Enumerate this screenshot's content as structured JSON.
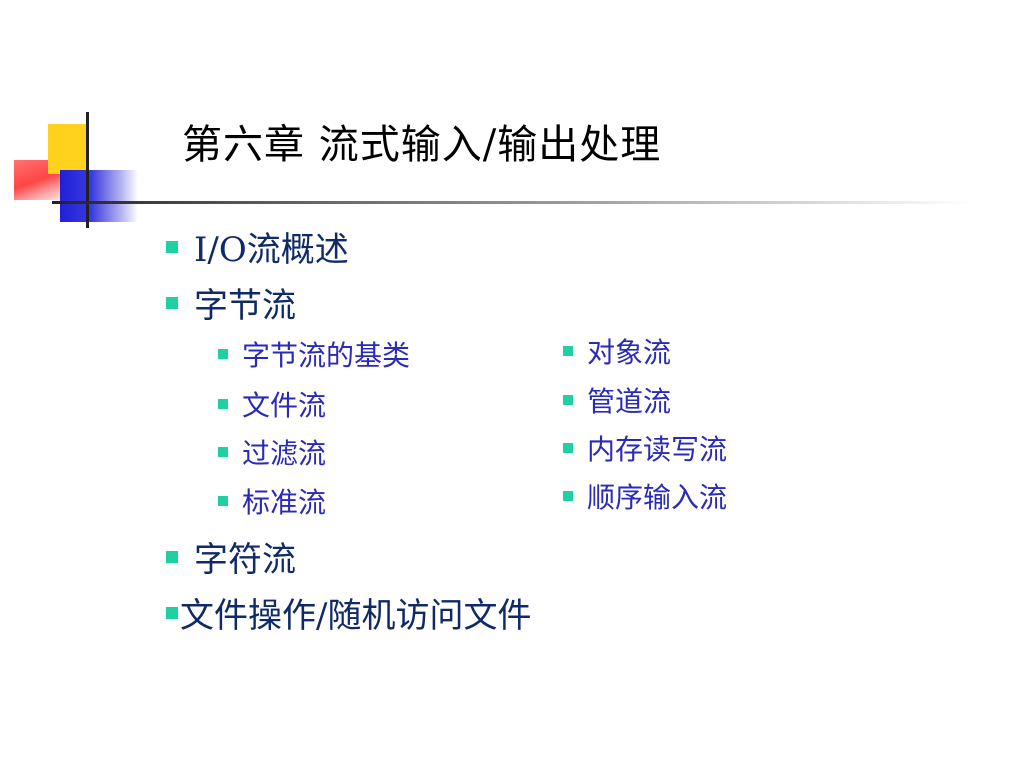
{
  "slide": {
    "title": "第六章  流式输入/输出处理",
    "bullets": [
      {
        "label": "I/O流概述"
      },
      {
        "label": "字节流"
      },
      {
        "label": "字符流"
      },
      {
        "label": "文件操作/随机访问文件"
      }
    ],
    "byte_stream_sub_left": [
      {
        "label": "字节流的基类"
      },
      {
        "label": "文件流"
      },
      {
        "label": "过滤流"
      },
      {
        "label": "标准流"
      }
    ],
    "byte_stream_sub_right": [
      {
        "label": "对象流"
      },
      {
        "label": "管道流"
      },
      {
        "label": "内存读写流"
      },
      {
        "label": "顺序输入流"
      }
    ]
  },
  "colors": {
    "bullet_square": "#1fd0a0",
    "level1_text": "#0f2a66",
    "level2_text": "#2a2ab8",
    "deco_yellow": "#ffd21e",
    "deco_blue": "#2020d8",
    "deco_red": "#ff3b3b"
  }
}
